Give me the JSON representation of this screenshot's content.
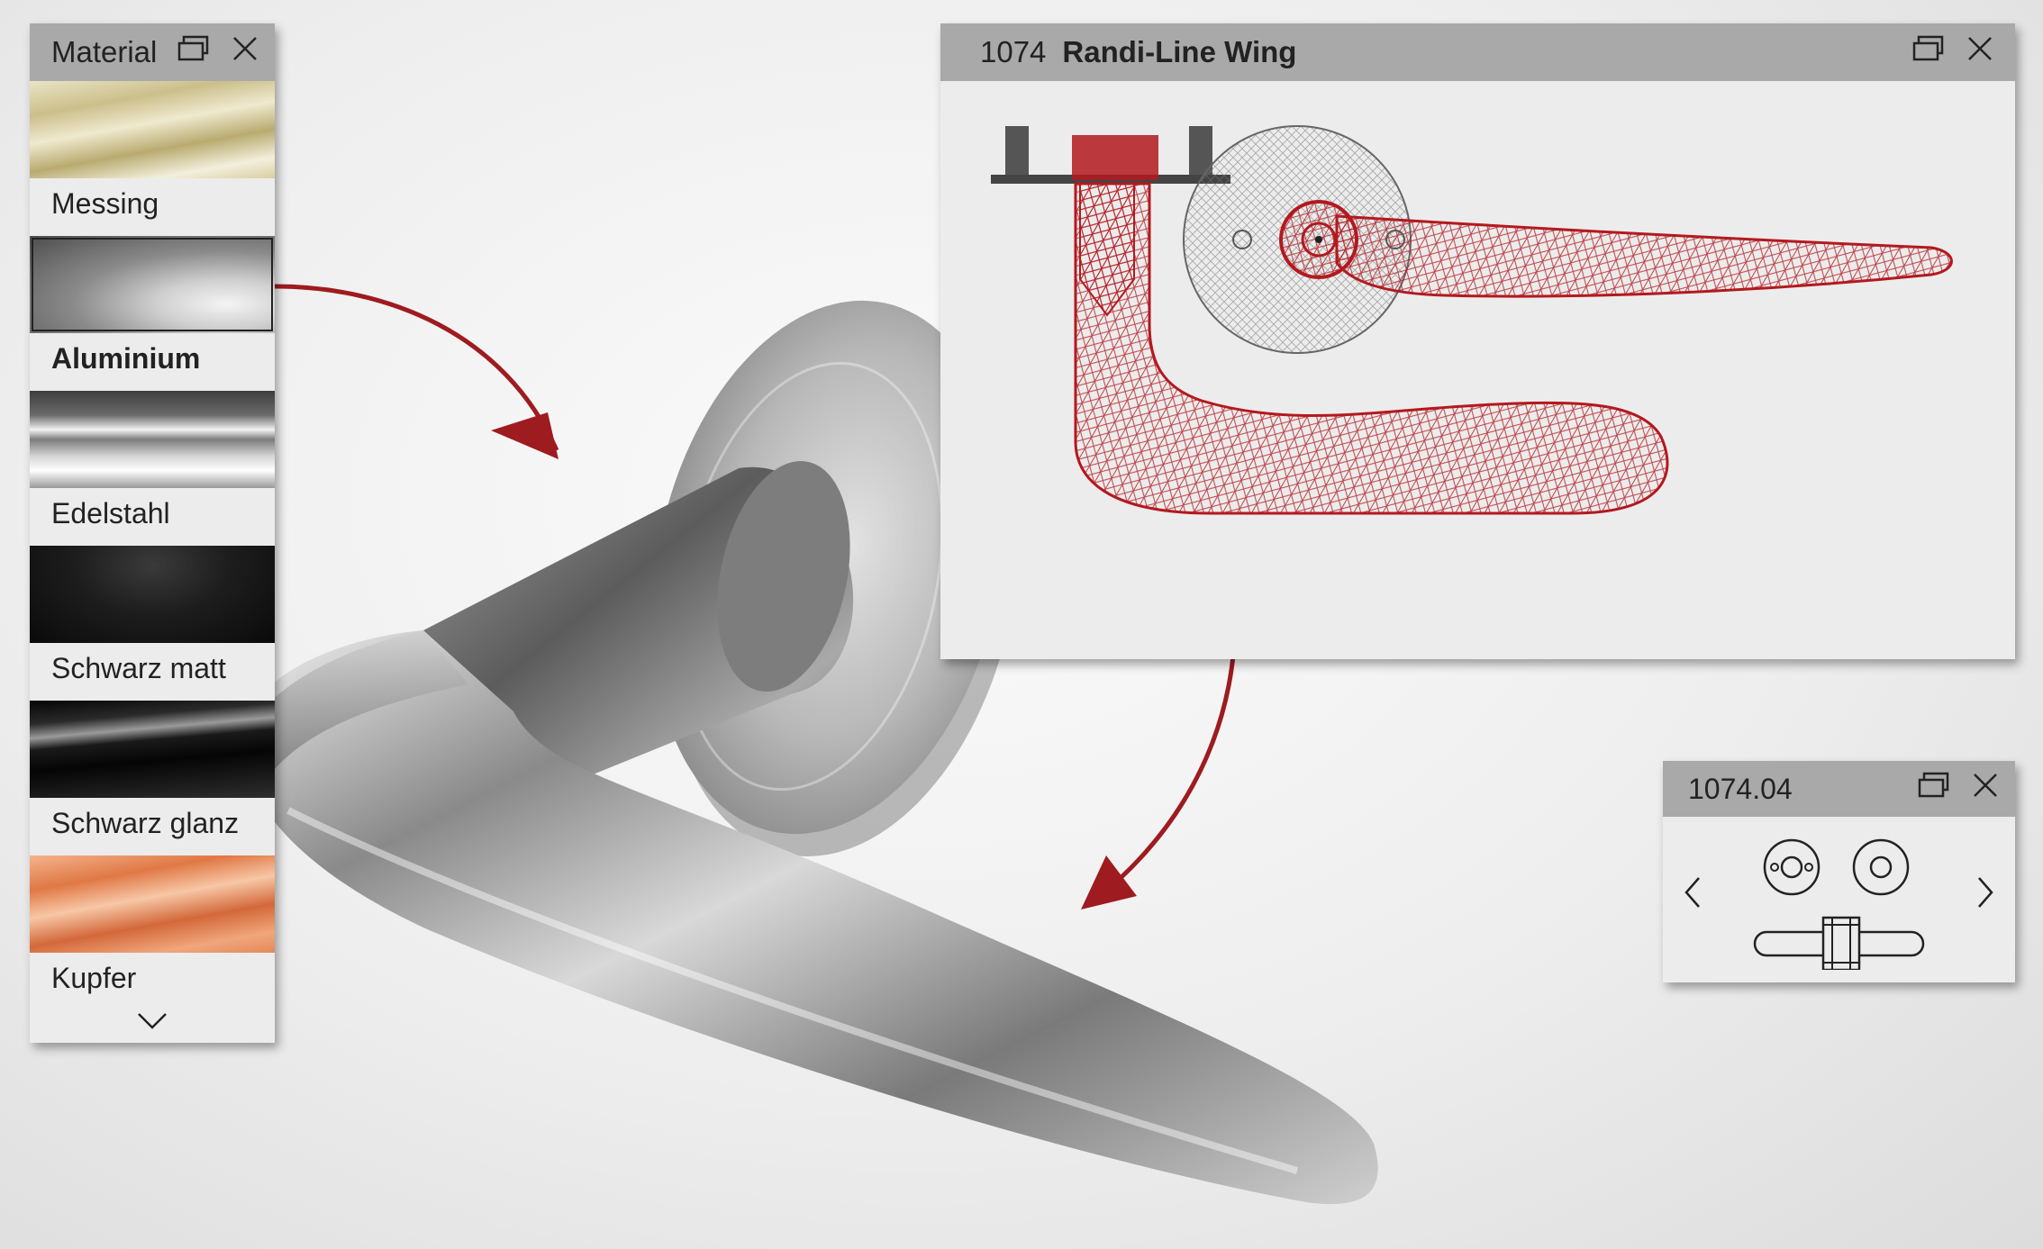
{
  "material_panel": {
    "title": "Material",
    "items": [
      {
        "label": "Messing",
        "selected": false
      },
      {
        "label": "Aluminium",
        "selected": true
      },
      {
        "label": "Edelstahl",
        "selected": false
      },
      {
        "label": "Schwarz matt",
        "selected": false
      },
      {
        "label": "Schwarz glanz",
        "selected": false
      },
      {
        "label": "Kupfer",
        "selected": false
      }
    ],
    "scroll_icon": "chevron-down-icon"
  },
  "model_panel": {
    "number": "1074",
    "name": "Randi-Line Wing",
    "wireframe_color": "#b3191f"
  },
  "variant_panel": {
    "code": "1074.04",
    "prev_icon": "chevron-left-icon",
    "next_icon": "chevron-right-icon"
  },
  "window_icons": [
    "restore-icon",
    "close-icon"
  ],
  "colors": {
    "titlebar": "#a9a9a9",
    "panel": "#ececec",
    "accent_red": "#9e1b1f"
  }
}
